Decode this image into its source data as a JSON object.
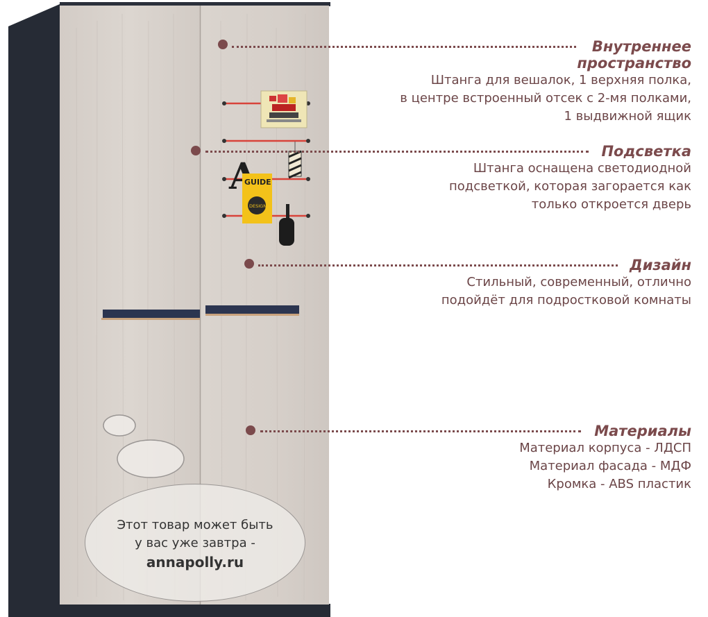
{
  "callouts": [
    {
      "title_lines": [
        "Внутреннее",
        "пространство"
      ],
      "body_lines": [
        "Штанга для вешалок, 1 верхняя полка,",
        "в центре встроенный отсек с 2-мя полками,",
        "1 выдвижной ящик"
      ]
    },
    {
      "title_lines": [
        "Подсветка"
      ],
      "body_lines": [
        "Штанга оснащена светодиодной",
        "подсветкой, которая загорается как",
        "только откроется дверь"
      ]
    },
    {
      "title_lines": [
        "Дизайн"
      ],
      "body_lines": [
        "Стильный, современный, отлично",
        "подойдёт для подростковой комнаты"
      ]
    },
    {
      "title_lines": [
        "Материалы"
      ],
      "body_lines": [
        "Материал корпуса - ЛДСП",
        "Материал фасада - МДФ",
        "Кромка - ABS пластик"
      ]
    }
  ],
  "door_items": {
    "poster_letter": "A",
    "magazine_title": "GUIDE",
    "magazine_badge": "DESIGN"
  },
  "promo": {
    "line1": "Этот товар может быть",
    "line2": "у вас уже завтра -",
    "site": "annapolly.ru"
  },
  "colors": {
    "accent": "#7b4a4c",
    "wood": "#d9d3cd",
    "body": "#2a2f3a",
    "strap": "#d8433a",
    "magazine": "#f3c21a"
  }
}
